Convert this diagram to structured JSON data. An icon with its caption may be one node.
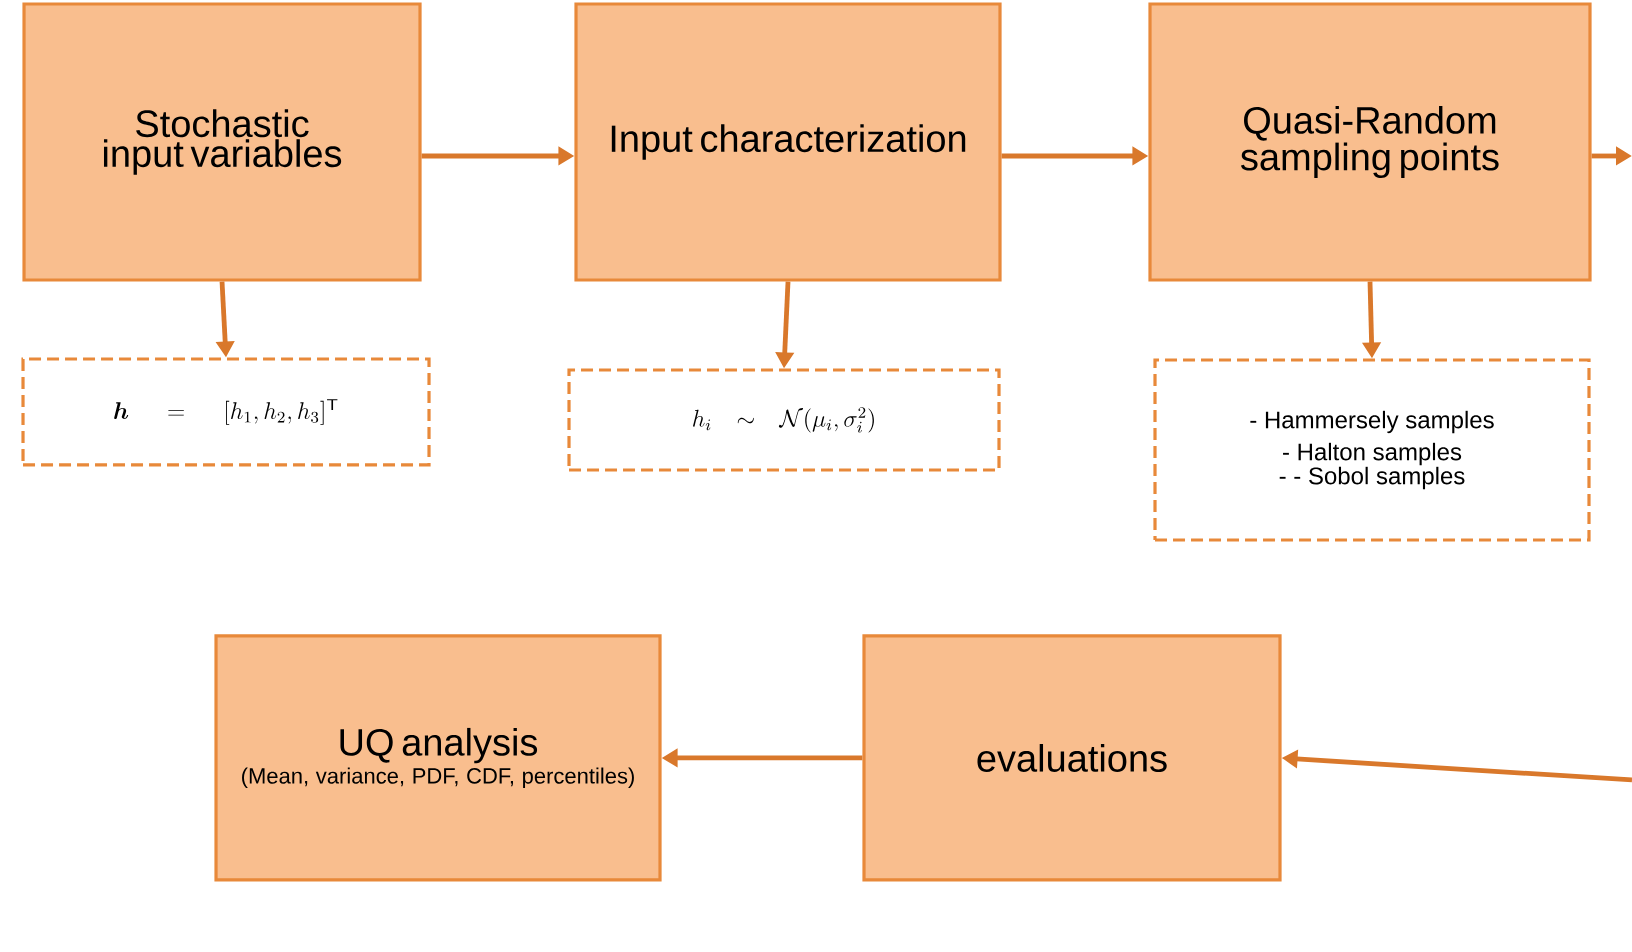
{
  "diagram": {
    "nodes": [
      {
        "text": [
          "Stochastic input variables"
        ]
      },
      {
        "text": [
          "Input characterization"
        ]
      },
      {
        "text": [
          "Quasi-Random sampling points"
        ]
      },
      {
        "text": [
          "\\boldsymbol{h} \\;=\\; [h_1, h_2, h_3]^{\\mathsf{T}}"
        ]
      },
      {
        "text": [
          "h_i \\sim \\mathcal{N}(\\mu_i, \\sigma_i^2)"
        ]
      },
      {
        "text": [
          "- Hammersely samples",
          "- Halton samples",
          "- - Sobol samples"
        ]
      },
      {
        "text": [
          "UQ analysis",
          "(Mean, variance, PDF, CDF, percentiles)"
        ]
      },
      {
        "text": [
          "evaluations"
        ]
      }
    ],
    "edges": [
      {
        "from": 0,
        "to": 1,
        "arrow": "to"
      },
      {
        "from": 1,
        "to": 2,
        "arrow": "to"
      },
      {
        "from": 2,
        "to": null,
        "arrow": "to"
      },
      {
        "from": 0,
        "to": 3,
        "arrow": "to"
      },
      {
        "from": 1,
        "to": 4,
        "arrow": "to"
      },
      {
        "from": 2,
        "to": 5,
        "arrow": "to"
      },
      {
        "from": null,
        "to": 7,
        "arrow": "to"
      },
      {
        "from": 7,
        "to": 6,
        "arrow": "to"
      }
    ]
  }
}
